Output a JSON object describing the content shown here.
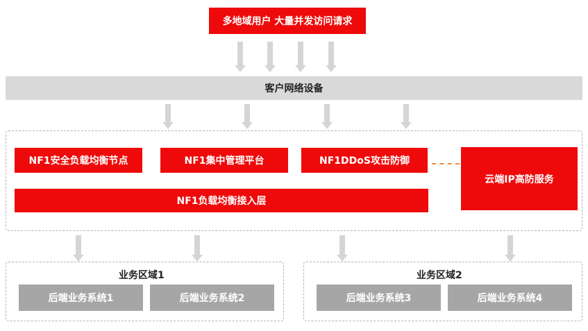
{
  "top_request": {
    "label": "多地域用户 大量并发访问请求"
  },
  "network_bar": {
    "label": "客户网络设备"
  },
  "nf1": {
    "lb_node": "NF1安全负载均衡节点",
    "mgmt": "NF1集中管理平台",
    "ddos": "NF1DDoS攻击防御",
    "access_layer": "NF1负载均衡接入层",
    "cloud_ip": "云端IP高防服务"
  },
  "zone1": {
    "title": "业务区域1",
    "systems": [
      "后端业务系统1",
      "后端业务系统2"
    ]
  },
  "zone2": {
    "title": "业务区域2",
    "systems": [
      "后端业务系统3",
      "后端业务系统4"
    ]
  },
  "colors": {
    "accent": "#ee0a0a",
    "bar": "#d9d9d9",
    "grey_box": "#a6a6a6"
  }
}
